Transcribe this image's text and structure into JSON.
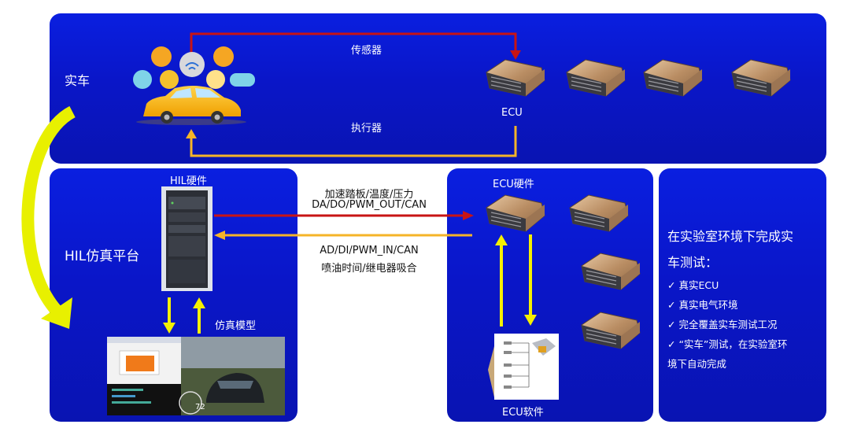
{
  "real_car": {
    "title": "实车",
    "sensor_label": "传感器",
    "actuator_label": "执行器",
    "ecu_label": "ECU"
  },
  "hil": {
    "title": "HIL仿真平台",
    "hardware_label": "HIL硬件",
    "model_label": "仿真模型",
    "signal_out_line1": "加速踏板/温度/压力",
    "signal_out_line2": "DA/DO/PWM_OUT/CAN",
    "signal_in_line1": "AD/DI/PWM_IN/CAN",
    "signal_in_line2": "喷油时间/继电器吸合",
    "speed_readout": "72"
  },
  "ecu_panel": {
    "hardware_label": "ECU硬件",
    "software_label": "ECU软件"
  },
  "summary": {
    "heading_line1": "在实验室环境下完成实",
    "heading_line2": "车测试：",
    "items": [
      "✓  真实ECU",
      "✓  真实电气环境",
      "✓  完全覆盖实车测试工况",
      "✓  “实车”测试，在实验室环",
      "     境下自动完成"
    ]
  },
  "colors": {
    "panel_blue": "#0a1cd6",
    "sensor_arrow": "#c81414",
    "actuator_arrow": "#f5b428",
    "yellow_arrow": "#f5f000"
  }
}
